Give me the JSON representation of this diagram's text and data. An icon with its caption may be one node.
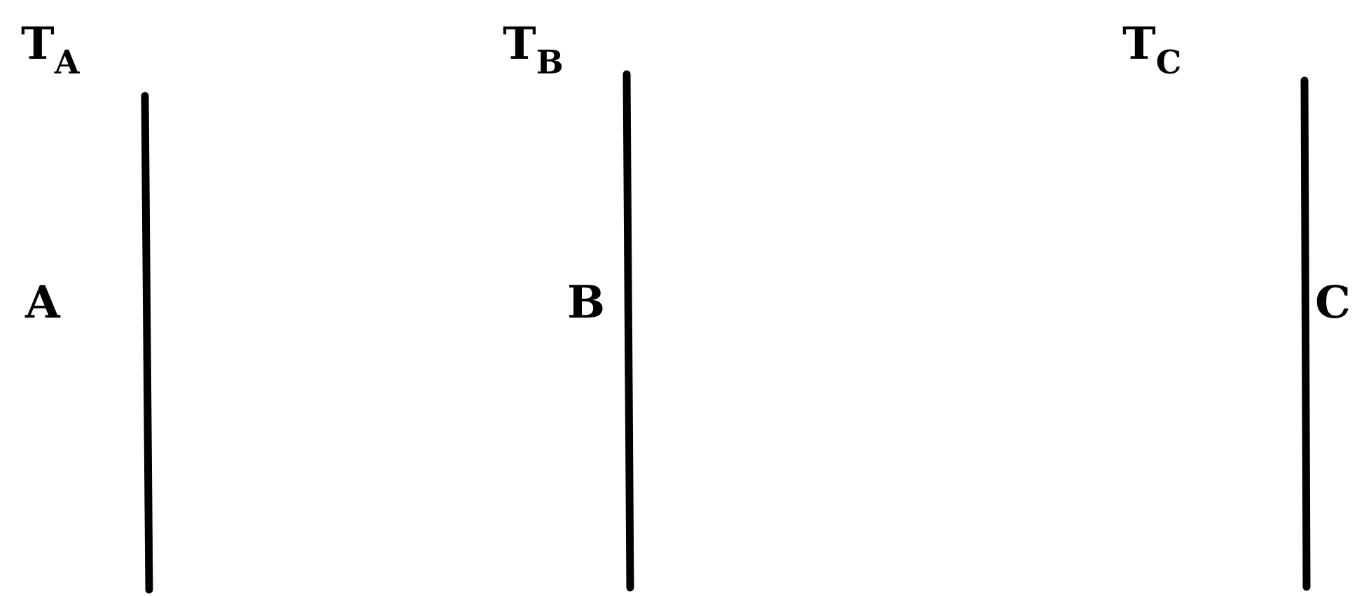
{
  "diagram": {
    "labels": [
      "T$_{A}$",
      "A",
      "T$_{B}$",
      "B",
      "T$_{C}$",
      "C"
    ]
  }
}
